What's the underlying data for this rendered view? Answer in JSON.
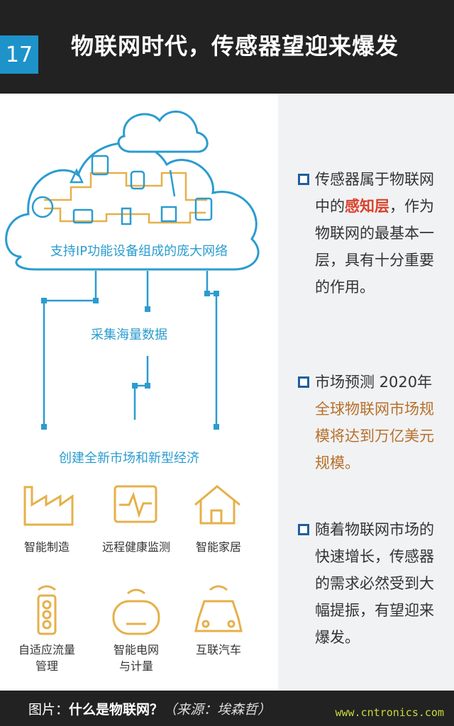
{
  "header": {
    "number": "17",
    "title": "物联网时代，传感器望迎来爆发"
  },
  "illustration": {
    "cloud_label": "支持IP功能设备组成的庞大网络",
    "collect_label": "采集海量数据",
    "market_label": "创建全新市场和新型经济",
    "apps": [
      {
        "label": "智能制造",
        "icon": "factory-icon"
      },
      {
        "label": "远程健康监测",
        "icon": "health-monitor-icon"
      },
      {
        "label": "智能家居",
        "icon": "smart-home-icon"
      },
      {
        "label": "自适应流量",
        "label2": "管理",
        "icon": "traffic-light-icon"
      },
      {
        "label": "智能电网",
        "label2": "与计量",
        "icon": "smart-meter-icon"
      },
      {
        "label": "互联汽车",
        "icon": "connected-car-icon"
      }
    ],
    "colors": {
      "blue": "#2b9ccf",
      "gold": "#e6b04a",
      "dark": "#333333"
    }
  },
  "bullets": [
    {
      "pre": "传感器属于物联网中的",
      "hl": "感知层",
      "post": "，作为物联网的最基本一层，具有十分重要的作用。"
    },
    {
      "pre": "市场预测 2020年",
      "hl": "全球物联网市场规模将达到万亿美元规模。",
      "post": ""
    },
    {
      "pre": "随着物联网市场的快速增长，传感器的需求必然受到大幅提振，有望迎来爆发。",
      "hl": "",
      "post": ""
    }
  ],
  "footer": {
    "prefix": "图片：",
    "bold": "什么是物联网？",
    "source": "（来源：埃森哲）",
    "watermark": "www.cntronics.com"
  }
}
